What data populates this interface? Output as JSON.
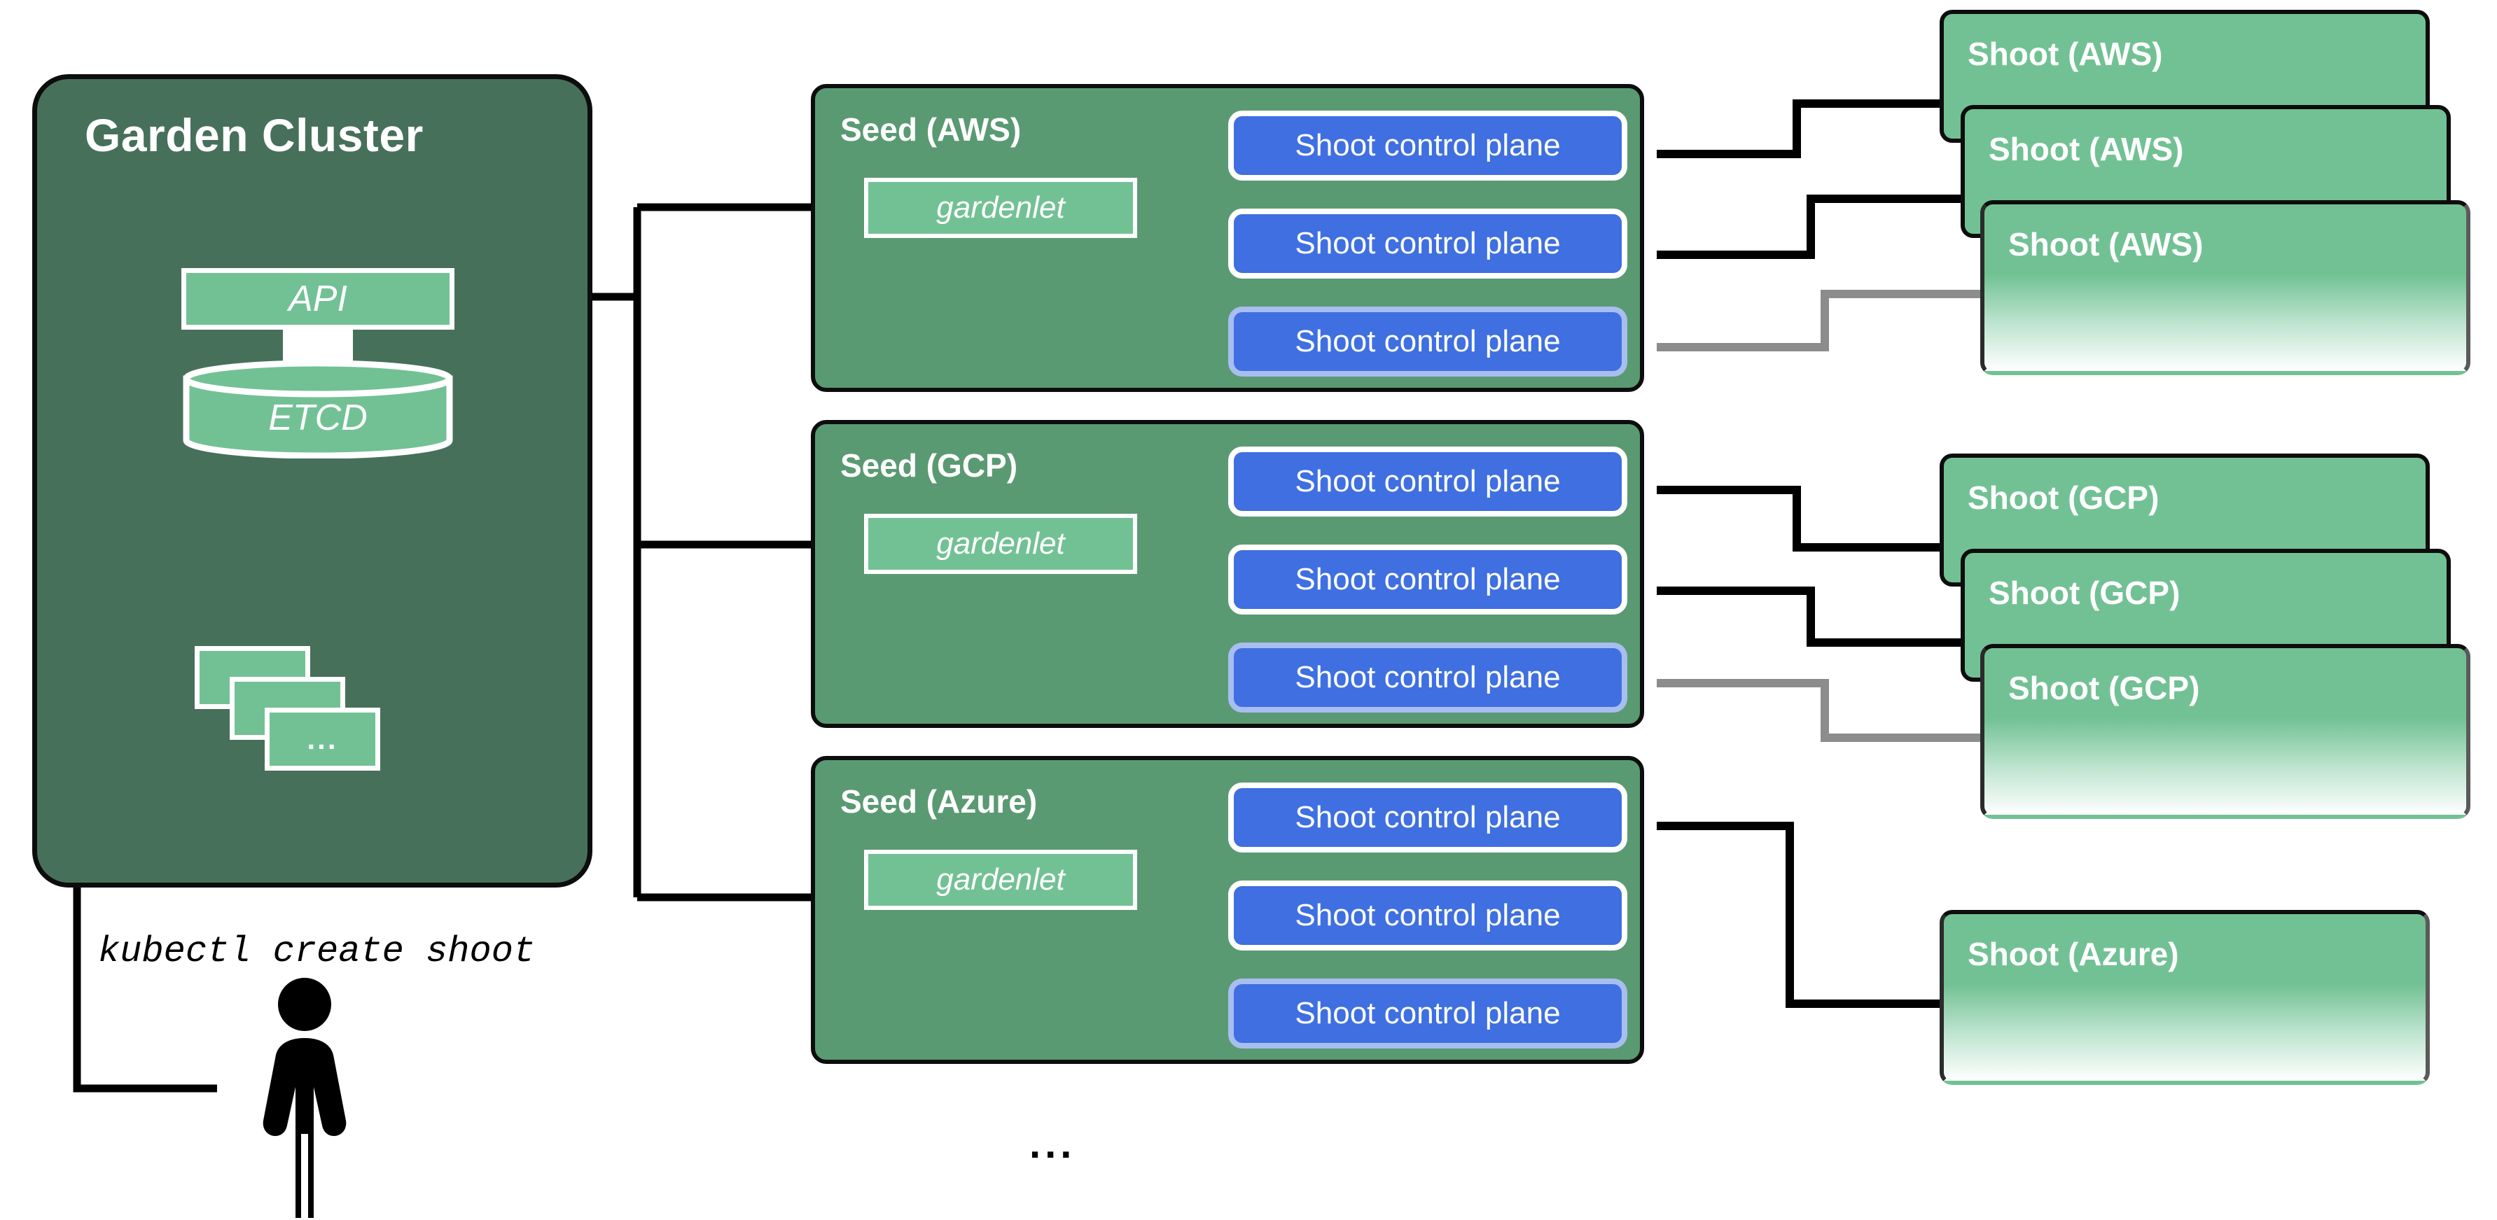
{
  "diagram": {
    "title": "Gardener Garden Cluster / Seed / Shoot architecture",
    "colors": {
      "garden_cluster_bg": "#47705a",
      "seed_bg": "#5a9a72",
      "accent_green": "#72c194",
      "control_plane_blue": "#3f6fe0",
      "edge_black": "#0d0d0d",
      "edge_gray": "#8c8c8c",
      "text_white": "#ffffff"
    }
  },
  "garden_cluster": {
    "title": "Garden Cluster",
    "api": {
      "label": "API"
    },
    "etcd": {
      "label": "ETCD"
    },
    "resource_stack": {
      "ellipsis": "..."
    }
  },
  "user": {
    "command": "kubectl create shoot",
    "icon": "person-icon"
  },
  "seeds": [
    {
      "id": "aws",
      "title": "Seed (AWS)",
      "gardenlet": "gardenlet",
      "control_planes": [
        {
          "label": "Shoot control plane",
          "state": "active"
        },
        {
          "label": "Shoot control plane",
          "state": "active"
        },
        {
          "label": "Shoot control plane",
          "state": "faded"
        }
      ]
    },
    {
      "id": "gcp",
      "title": "Seed (GCP)",
      "gardenlet": "gardenlet",
      "control_planes": [
        {
          "label": "Shoot control plane",
          "state": "active"
        },
        {
          "label": "Shoot control plane",
          "state": "active"
        },
        {
          "label": "Shoot control plane",
          "state": "faded"
        }
      ]
    },
    {
      "id": "azure",
      "title": "Seed (Azure)",
      "gardenlet": "gardenlet",
      "control_planes": [
        {
          "label": "Shoot control plane",
          "state": "active"
        },
        {
          "label": "Shoot control plane",
          "state": "active"
        },
        {
          "label": "Shoot control plane",
          "state": "faded"
        }
      ]
    }
  ],
  "seeds_ellipsis": "...",
  "shoots": {
    "aws": [
      {
        "label": "Shoot (AWS)",
        "faded": false
      },
      {
        "label": "Shoot (AWS)",
        "faded": false
      },
      {
        "label": "Shoot (AWS)",
        "faded": true
      }
    ],
    "gcp": [
      {
        "label": "Shoot (GCP)",
        "faded": false
      },
      {
        "label": "Shoot (GCP)",
        "faded": false
      },
      {
        "label": "Shoot (GCP)",
        "faded": true
      }
    ],
    "azure": [
      {
        "label": "Shoot (Azure)",
        "faded": true
      }
    ]
  }
}
